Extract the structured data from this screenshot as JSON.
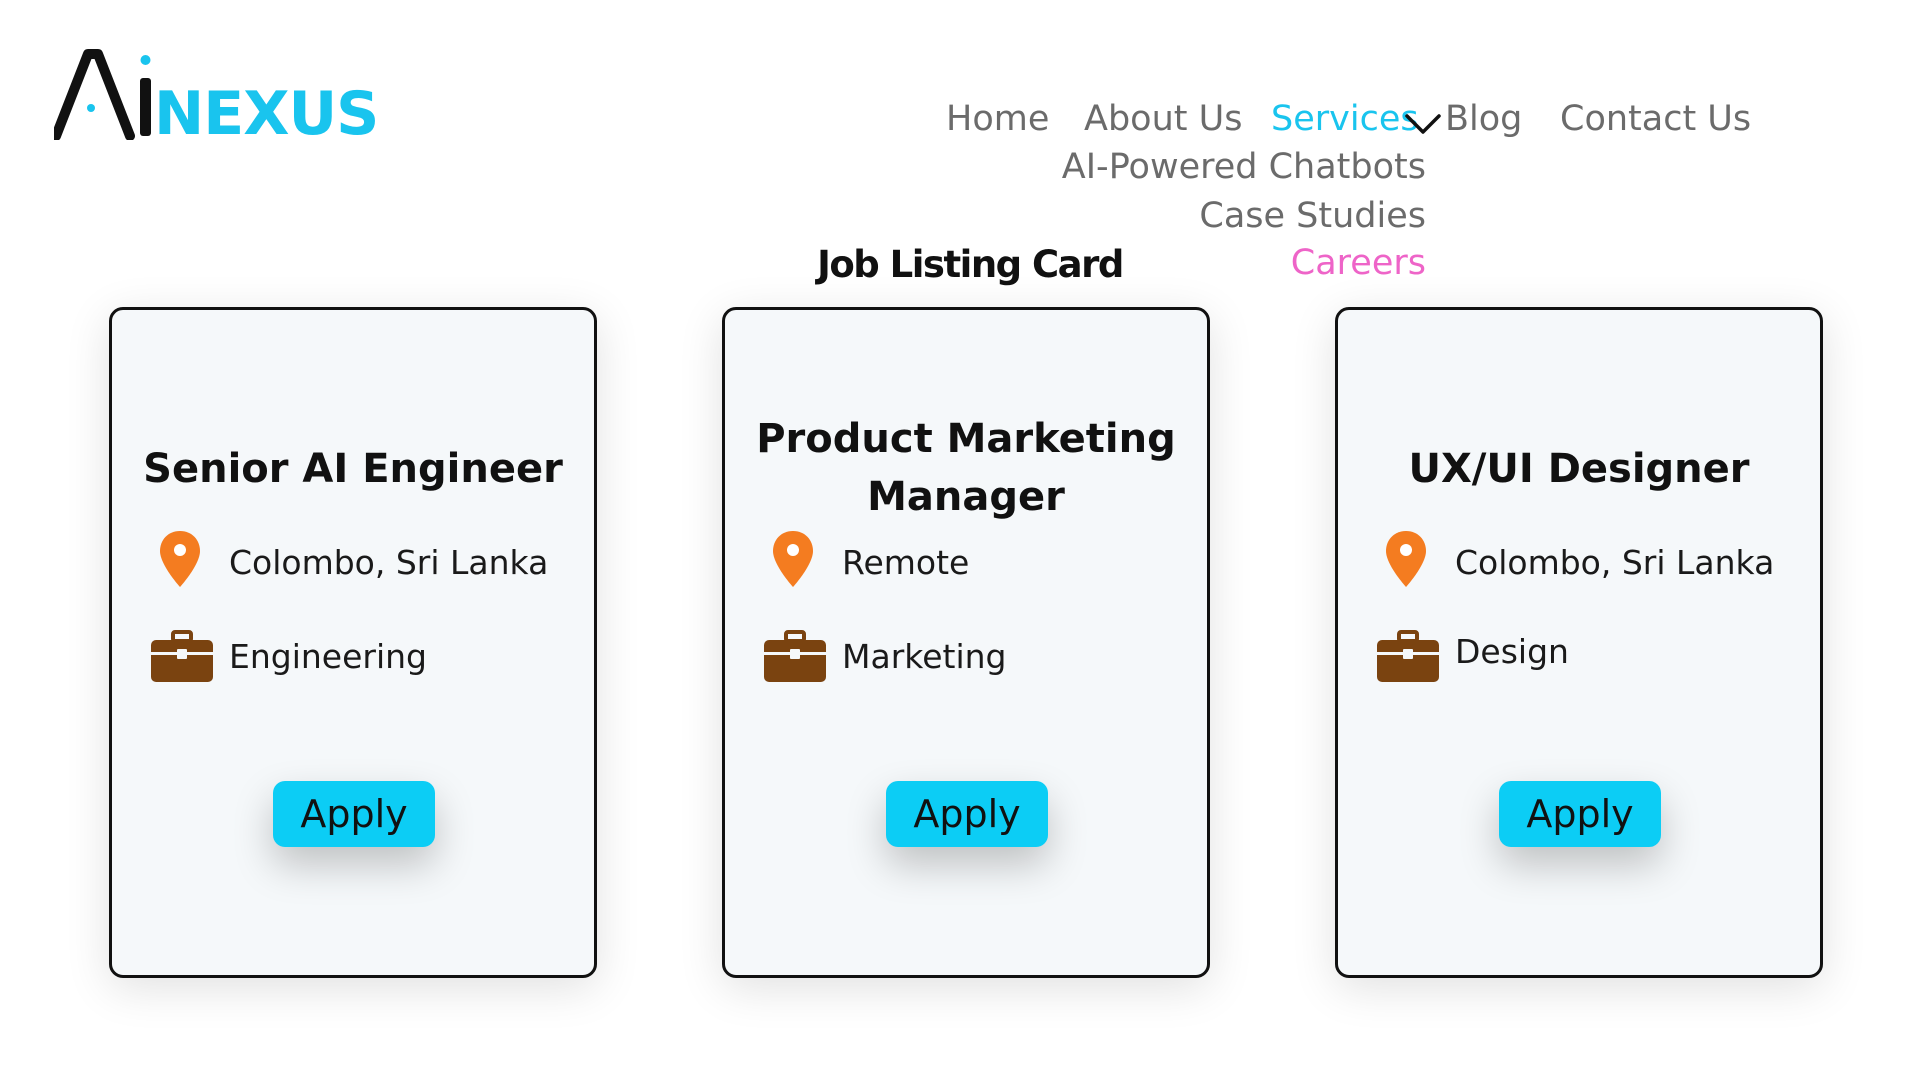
{
  "brand": {
    "logo_text": "AINEXUS",
    "colors": {
      "accent": "#19c4ee",
      "dark": "#111111",
      "careers": "#ee64c8"
    }
  },
  "nav": {
    "home": "Home",
    "about": "About Us",
    "services": "Services",
    "blog": "Blog",
    "contact": "Contact Us",
    "active": "Services",
    "dropdown": [
      "AI-Powered Chatbots",
      "Case Studies",
      "Careers"
    ]
  },
  "section": {
    "title": "Job Listing Card"
  },
  "jobs": [
    {
      "title": "Senior AI Engineer",
      "location": "Colombo, Sri Lanka",
      "department": "Engineering",
      "apply_label": "Apply"
    },
    {
      "title": "Product Marketing Manager",
      "location": "Remote",
      "department": "Marketing",
      "apply_label": "Apply"
    },
    {
      "title": "UX/UI Designer",
      "location": "Colombo, Sri Lanka",
      "department": "Design",
      "apply_label": "Apply"
    }
  ],
  "icons": {
    "location": "map-pin-icon",
    "department": "briefcase-icon",
    "dropdown": "chevron-down-icon",
    "pin_color": "#f47c20",
    "bag_color": "#7a4310"
  }
}
